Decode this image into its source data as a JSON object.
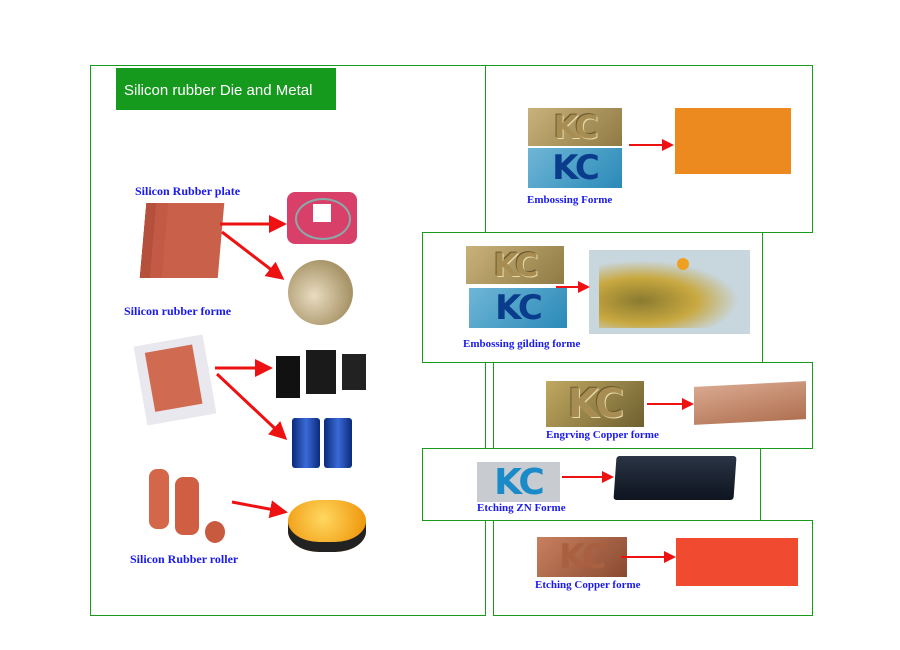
{
  "title": "Silicon rubber Die and Metal die",
  "left_labels": {
    "plate": "Silicon Rubber plate",
    "forme": "Silicon rubber forme",
    "roller": "Silicon Rubber roller"
  },
  "right_labels": {
    "embossing": "Embossing Forme",
    "gilding": "Embossing gilding forme",
    "engraving": "Engrving Copper forme",
    "etching_zn": "Etching ZN Forme",
    "etching_copper": "Etching Copper forme"
  },
  "logo_text": "KC",
  "colors": {
    "frame": "#1a9a1a",
    "label": "#1a1af0",
    "arrow": "#ee1111",
    "title_bg": "#169a1e"
  }
}
